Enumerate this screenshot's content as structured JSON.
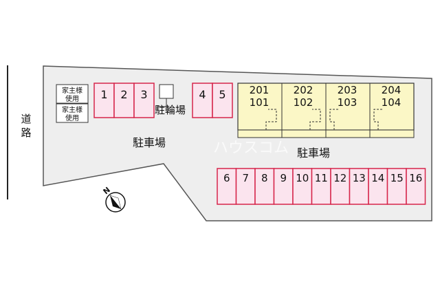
{
  "road_label": [
    "道",
    "路"
  ],
  "owner_spaces": [
    {
      "line1": "家主様",
      "line2": "使用"
    },
    {
      "line1": "家主様",
      "line2": "使用"
    }
  ],
  "bike_parking_label": "駐輪場",
  "parking_label_left": "駐車場",
  "parking_label_right": "駐車場",
  "north_label": "N",
  "watermark": "ハウスコム",
  "spaces_top_left": [
    "1",
    "2",
    "3"
  ],
  "spaces_top_mid": [
    "4",
    "5"
  ],
  "spaces_bottom": [
    "6",
    "7",
    "8",
    "9",
    "10",
    "11",
    "12",
    "13",
    "14",
    "15",
    "16"
  ],
  "units": [
    {
      "upper": "201",
      "lower": "101"
    },
    {
      "upper": "202",
      "lower": "102"
    },
    {
      "upper": "203",
      "lower": "103"
    },
    {
      "upper": "204",
      "lower": "104"
    }
  ],
  "colors": {
    "background": "#ffffff",
    "lot": "#eeeeee",
    "lot_border": "#555555",
    "parking_fill": "#fbe4ee",
    "parking_border": "#d6254a",
    "building_fill": "#fbf7c6",
    "building_border": "#333333",
    "road_line": "#222222"
  }
}
